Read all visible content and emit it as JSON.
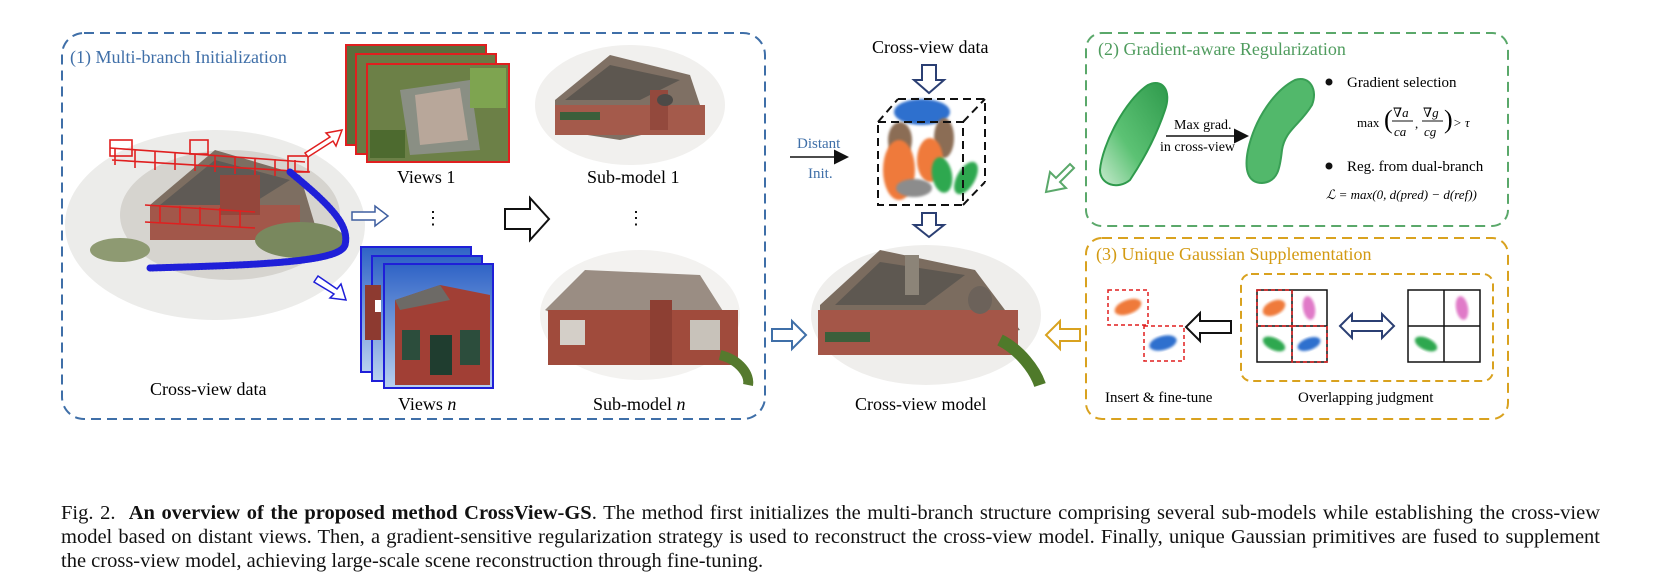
{
  "figure": {
    "panel1": {
      "title": "(1) Multi-branch Initialization",
      "views_1_label": "Views 1",
      "views_n_label": "Views ",
      "views_n_var": "n",
      "submodel_1_label": "Sub-model 1",
      "submodel_n_label": "Sub-model ",
      "submodel_n_var": "n",
      "crossview_data_label": "Cross-view data",
      "ellipsis": "⋮"
    },
    "center": {
      "crossview_data_label": "Cross-view data",
      "distant_label": "Distant",
      "init_label": "Init.",
      "crossview_model_label": "Cross-view model"
    },
    "panel2": {
      "title": "(2) Gradient-aware Regularization",
      "arrow_label_1": "Max grad.",
      "arrow_label_2": "in cross-view",
      "bullet_1": "Gradient selection",
      "bullet_2": "Reg. from dual-branch",
      "formula_1_prefix": "max",
      "formula_1_num_a": "∇a",
      "formula_1_den_a": "ca",
      "formula_1_num_g": "∇g",
      "formula_1_den_g": "cg",
      "formula_1_suffix": "> τ",
      "formula_2": "ℒ = max(0, d(pred) − d(ref))"
    },
    "panel3": {
      "title": "(3) Unique Gaussian Supplementation",
      "insert_label": "Insert & fine-tune",
      "overlap_label": "Overlapping judgment"
    },
    "colors": {
      "panel1_border": "#3f6fa8",
      "panel1_title": "#3f6fa8",
      "panel2_border": "#5aa86a",
      "panel2_title": "#4f9c5e",
      "panel3_border": "#d9a21f",
      "panel3_title": "#d39a12",
      "red_cameras": "#e01f1f",
      "blue_cameras": "#1f1fd8",
      "gaussian_green": "#2fa84f",
      "gaussian_orange": "#ef7a3a",
      "gaussian_blue": "#2f6fce",
      "gaussian_pink": "#e07ac8"
    }
  },
  "caption": {
    "prefix": "Fig. 2.",
    "bold": "An overview of the proposed method CrossView-GS",
    "text": ". The method first initializes the multi-branch structure comprising several sub-models while establishing the cross-view model based on distant views. Then, a gradient-sensitive regularization strategy is used to reconstruct the cross-view model. Finally, unique Gaussian primitives are fused to supplement the cross-view model, achieving large-scale scene reconstruction through fine-tuning."
  }
}
